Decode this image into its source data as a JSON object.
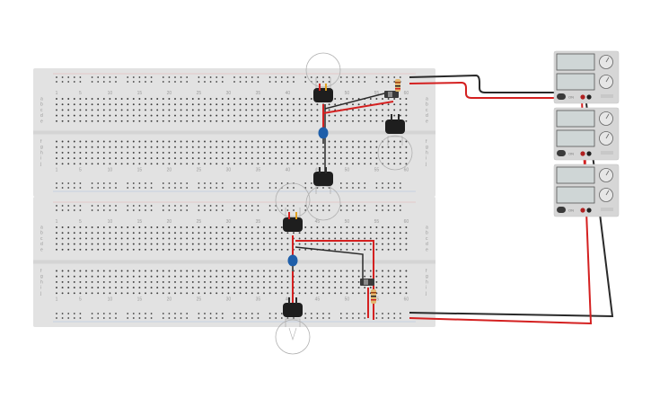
{
  "breadboards": [
    {
      "id": "top",
      "column_numbers": [
        "1",
        "5",
        "10",
        "15",
        "20",
        "25",
        "30",
        "35",
        "40",
        "45",
        "50",
        "55",
        "60"
      ],
      "row_letters_upper": [
        "a",
        "b",
        "c",
        "d",
        "e"
      ],
      "row_letters_lower": [
        "f",
        "g",
        "h",
        "i",
        "j"
      ]
    },
    {
      "id": "bottom",
      "column_numbers": [
        "1",
        "5",
        "10",
        "15",
        "20",
        "25",
        "30",
        "35",
        "40",
        "45",
        "50",
        "55",
        "60"
      ],
      "row_letters_upper": [
        "a",
        "b",
        "c",
        "d",
        "e"
      ],
      "row_letters_lower": [
        "f",
        "g",
        "h",
        "i",
        "j"
      ]
    }
  ],
  "power_supplies": [
    {
      "id": "psu-1",
      "label": "ON"
    },
    {
      "id": "psu-2",
      "label": "ON"
    },
    {
      "id": "psu-3",
      "label": "ON"
    }
  ],
  "components": {
    "bulbs": [
      "bulb-1",
      "bulb-2",
      "bulb-3",
      "bulb-4",
      "bulb-5"
    ],
    "switches": [
      "switch-1",
      "switch-2"
    ],
    "resistors": [
      "resistor-1",
      "resistor-2"
    ],
    "capacitors": [
      "capacitor-1",
      "capacitor-2"
    ]
  },
  "colors": {
    "breadboard": "#e2e2e2",
    "hole": "#3c3c3c",
    "wire_red": "#d42020",
    "wire_black": "#2a2a2a",
    "psu_body": "#d6d6d6",
    "psu_screen": "#cfd6d6",
    "capacitor": "#1f5faa",
    "socket": "#1e1e1e"
  }
}
